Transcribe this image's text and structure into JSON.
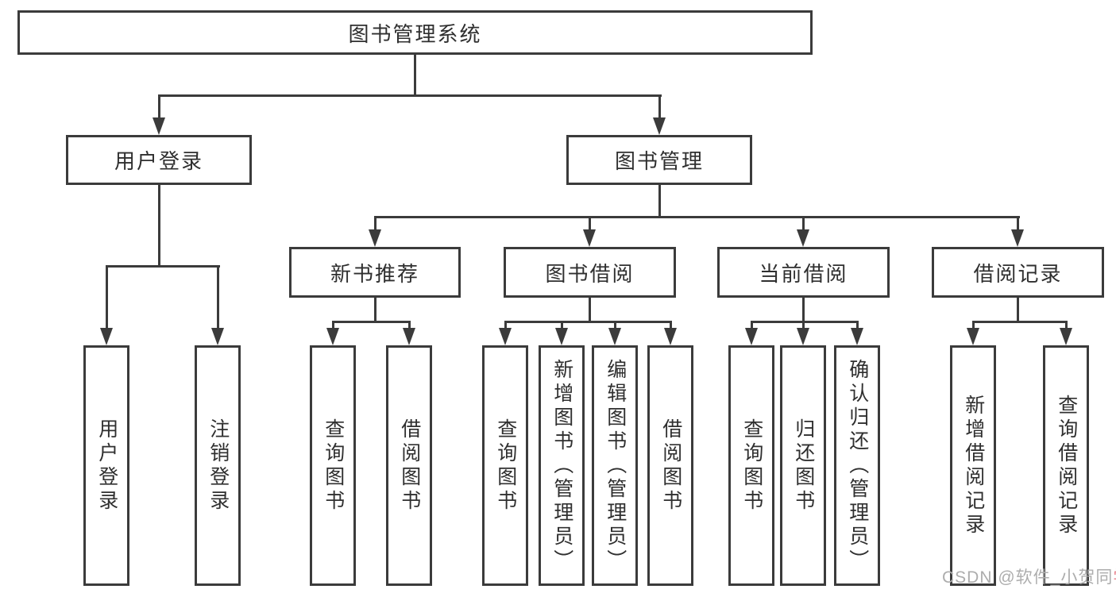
{
  "diagram": {
    "root": {
      "label": "图书管理系统"
    },
    "level1": [
      {
        "label": "用户登录"
      },
      {
        "label": "图书管理"
      }
    ],
    "level2": [
      {
        "label": "新书推荐"
      },
      {
        "label": "图书借阅"
      },
      {
        "label": "当前借阅"
      },
      {
        "label": "借阅记录"
      }
    ],
    "leaves": [
      {
        "label": "用户登录"
      },
      {
        "label": "注销登录"
      },
      {
        "label": "查询图书"
      },
      {
        "label": "借阅图书"
      },
      {
        "label": "查询图书"
      },
      {
        "label": "新增图书（管理员）"
      },
      {
        "label": "编辑图书（管理员）"
      },
      {
        "label": "借阅图书"
      },
      {
        "label": "查询图书"
      },
      {
        "label": "归还图书"
      },
      {
        "label": "确认归还（管理员）"
      },
      {
        "label": "新增借阅记录"
      },
      {
        "label": "查询借阅记录"
      }
    ],
    "structure": {
      "root": [
        "level1.0",
        "level1.1"
      ],
      "level1.0": [
        "leaves.0",
        "leaves.1"
      ],
      "level1.1": [
        "level2.0",
        "level2.1",
        "level2.2",
        "level2.3"
      ],
      "level2.0": [
        "leaves.2",
        "leaves.3"
      ],
      "level2.1": [
        "leaves.4",
        "leaves.5",
        "leaves.6",
        "leaves.7"
      ],
      "level2.2": [
        "leaves.8",
        "leaves.9",
        "leaves.10"
      ],
      "level2.3": [
        "leaves.11",
        "leaves.12"
      ]
    }
  },
  "watermark": {
    "text_gray": "CSDN @软件_小贺同",
    "text_red": "学"
  },
  "colors": {
    "line": "#3b3b3b",
    "box_border": "#3b3b3b",
    "text": "#2f2f2f",
    "background": "#ffffff",
    "watermark_gray": "#adadad",
    "watermark_red": "#e8838d"
  }
}
